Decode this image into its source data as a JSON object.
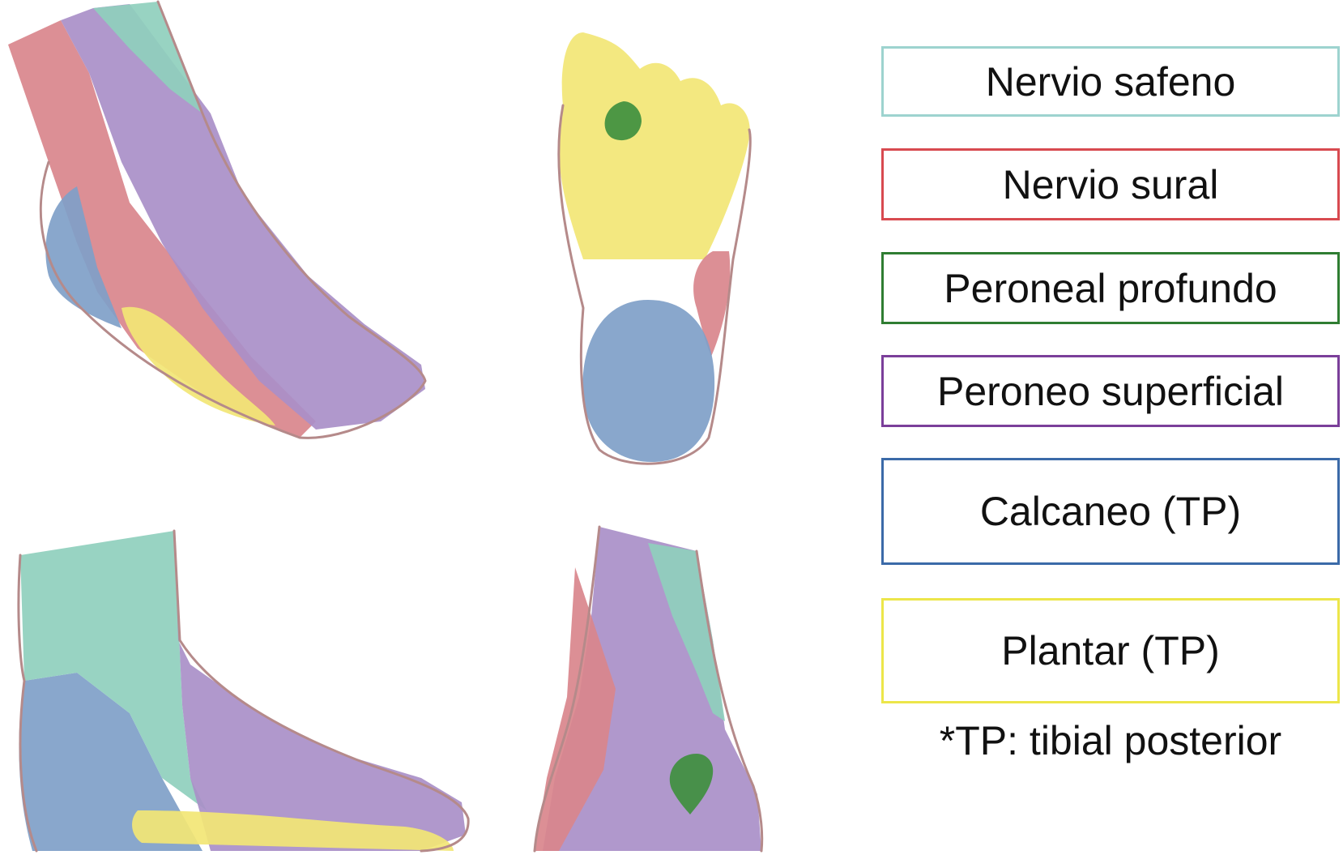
{
  "colors": {
    "safeno": "#8fcfbd",
    "sural": "#d9868c",
    "peroneal_profundo": "#3f8f3f",
    "peroneo_superficial": "#a98fc8",
    "calcaneo": "#7f9fc8",
    "plantar": "#f2e675",
    "outline": "#b58a8a"
  },
  "legend": [
    {
      "label": "Nervio safeno",
      "border": "#9dd3cf"
    },
    {
      "label": "Nervio sural",
      "border": "#d84a50"
    },
    {
      "label": "Peroneal profundo",
      "border": "#2f7d32"
    },
    {
      "label": "Peroneo superficial",
      "border": "#7b3f9a"
    },
    {
      "label": "Calcaneo (TP)",
      "border": "#3b6aa8"
    },
    {
      "label": "Plantar (TP)",
      "border": "#ece64a"
    }
  ],
  "footnote": "*TP: tibial posterior"
}
